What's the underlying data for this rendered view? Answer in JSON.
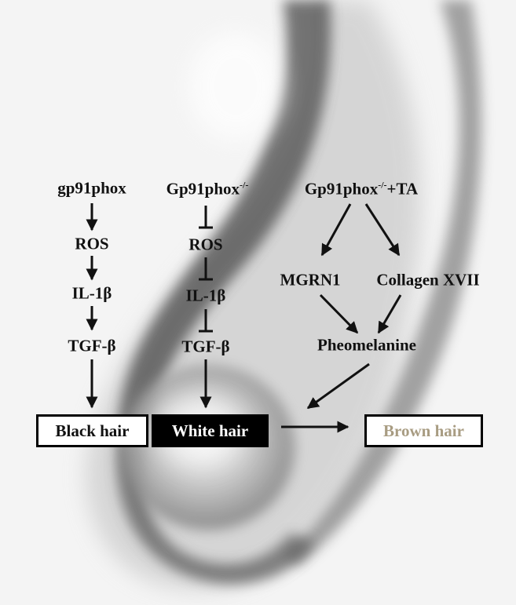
{
  "columns": {
    "wildtype": {
      "header": "gp91phox",
      "steps": [
        "ROS",
        "IL-1β",
        "TGF-β"
      ]
    },
    "knockout": {
      "header_base": "Gp91phox",
      "header_sup": "-/-",
      "steps": [
        "ROS",
        "IL-1β",
        "TGF-β"
      ]
    },
    "treated": {
      "header_base": "Gp91phox",
      "header_sup": "-/-",
      "header_suffix": "+TA",
      "branch_left": "MGRN1",
      "branch_right": "Collagen XVII",
      "merge": "Pheomelanine"
    }
  },
  "outcomes": {
    "black": "Black hair",
    "white": "White hair",
    "brown": "Brown hair"
  },
  "colors": {
    "arrow": "#111111",
    "text": "#111111",
    "brown_text": "#a89c82",
    "white_box_fill": "#000000"
  }
}
